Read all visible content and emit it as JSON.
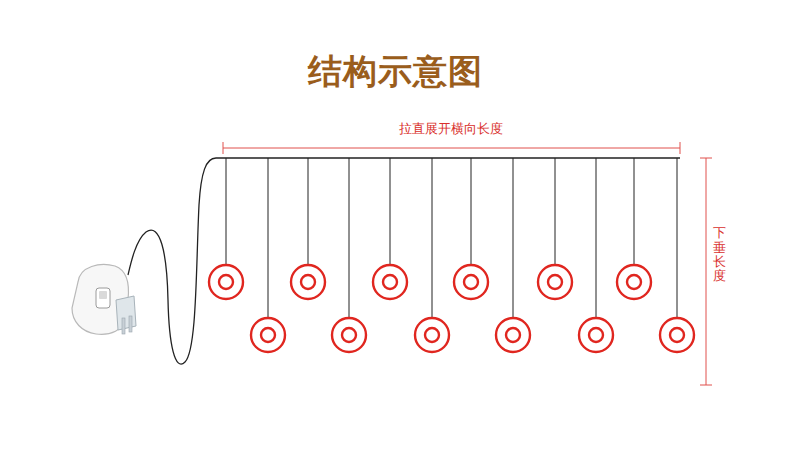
{
  "diagram": {
    "title": "结构示意图",
    "labels": [
      "拉直展开横向长度",
      "下垂长度"
    ]
  }
}
